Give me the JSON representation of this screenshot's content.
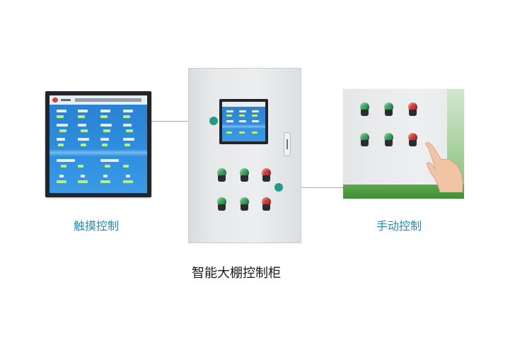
{
  "labels": {
    "touch_control": "触摸控制",
    "manual_control": "手动控制",
    "cabinet_title": "智能大棚控制柜"
  },
  "colors": {
    "label_blue": "#2e89a6",
    "connector_dot": "#1e9c88",
    "button_green": "#3aa35a",
    "button_red": "#d23a3a",
    "screen_blue": "#2f8fe0"
  },
  "components": {
    "touch_screen": "touch-screen-panel",
    "cabinet": "control-cabinet",
    "manual_panel": "manual-button-panel",
    "hand": "finger-pointer-icon"
  },
  "cabinet_buttons": [
    {
      "color": "green"
    },
    {
      "color": "green"
    },
    {
      "color": "red"
    },
    {
      "color": "green"
    },
    {
      "color": "green"
    },
    {
      "color": "red"
    }
  ],
  "manual_buttons": [
    {
      "color": "green"
    },
    {
      "color": "green"
    },
    {
      "color": "red"
    },
    {
      "color": "green"
    },
    {
      "color": "green"
    },
    {
      "color": "red"
    }
  ]
}
